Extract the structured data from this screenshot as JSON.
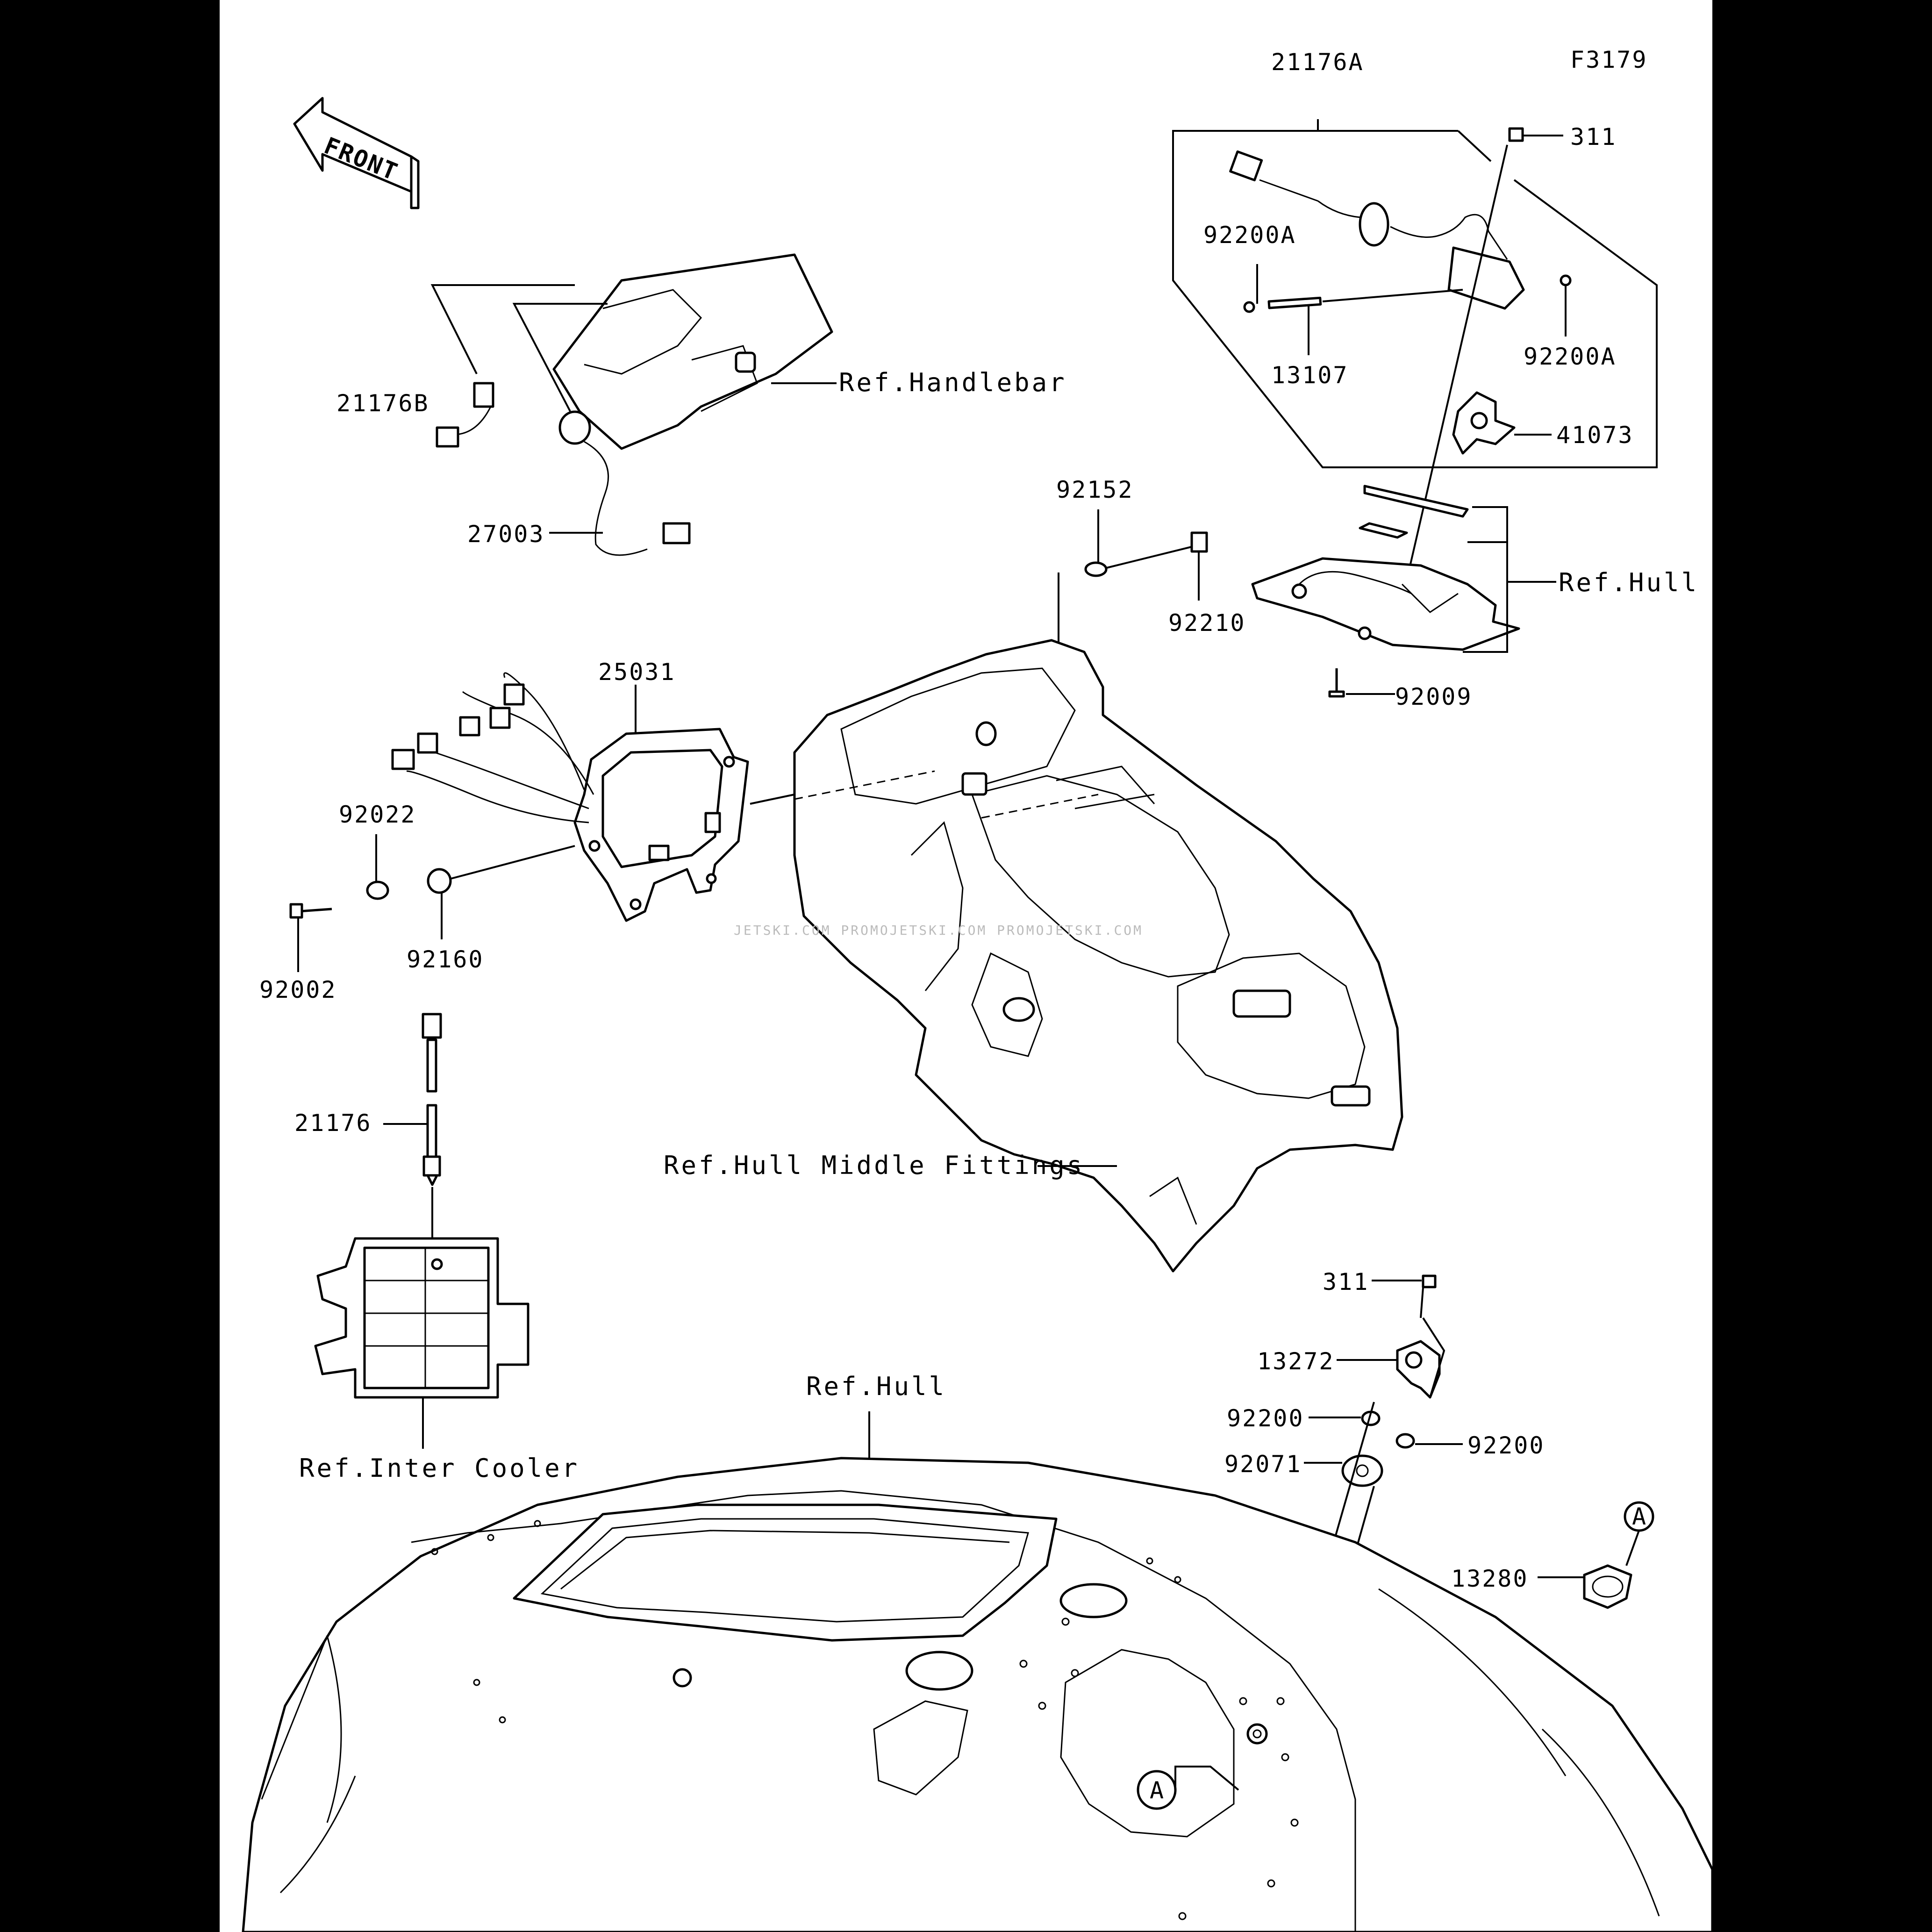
{
  "figure_code": "F3179",
  "front_label": "FRONT",
  "watermark": "JETSKI.COM  PROMOJETSKI.COM  PROMOJETSKI.COM",
  "parts": {
    "p21176A": "21176A",
    "p311_top": "311",
    "p92200A_left": "92200A",
    "p92200A_right": "92200A",
    "p13107": "13107",
    "p41073": "41073",
    "p21176B": "21176B",
    "p27003": "27003",
    "p92152": "92152",
    "p92210": "92210",
    "p92009": "92009",
    "p25031": "25031",
    "p92022": "92022",
    "p92002": "92002",
    "p92160": "92160",
    "p21176": "21176",
    "p311_bottom": "311",
    "p13272": "13272",
    "p92200_left": "92200",
    "p92200_right": "92200",
    "p92071": "92071",
    "p13280": "13280"
  },
  "refs": {
    "handlebar": "Ref.Handlebar",
    "hull_top": "Ref.Hull",
    "hull_middle_fittings": "Ref.Hull Middle Fittings",
    "hull_bottom": "Ref.Hull",
    "inter_cooler": "Ref.Inter Cooler"
  },
  "callouts": {
    "a_top": "A",
    "a_bottom": "A"
  }
}
